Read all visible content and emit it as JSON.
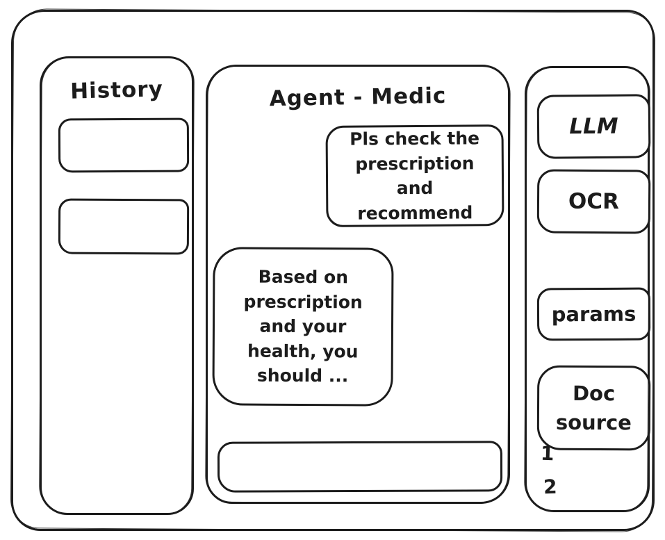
{
  "history_panel": {
    "title": "History",
    "items": [
      {
        "label": ""
      },
      {
        "label": ""
      }
    ]
  },
  "chat_panel": {
    "title": "Agent - Medic",
    "messages": [
      {
        "role": "user",
        "text": "Pls check the prescription and recommend"
      },
      {
        "role": "assistant",
        "text": "Based on prescription and your health, you should ..."
      }
    ],
    "input": {
      "value": "",
      "placeholder": ""
    }
  },
  "tools_panel": {
    "llm_label": "LLM",
    "ocr_label": "OCR",
    "params_label": "params",
    "doc_source_label": "Doc source",
    "doc_source_items": [
      "1",
      "2"
    ]
  },
  "colors": {
    "stroke": "#1c1c1c",
    "background": "#ffffff"
  }
}
